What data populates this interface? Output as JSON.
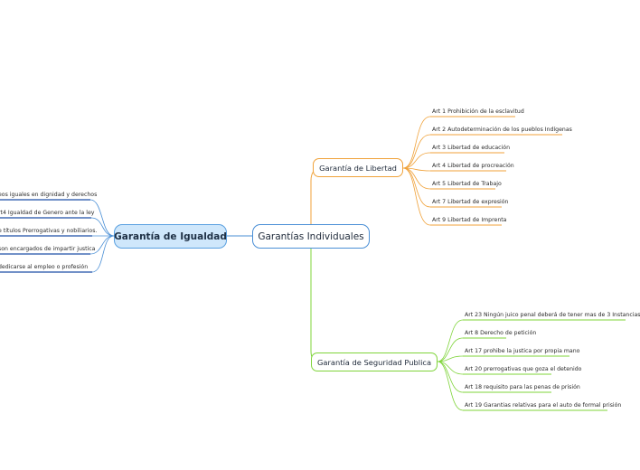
{
  "central_topic": "Garantías Individuales",
  "branches": {
    "igualdad": {
      "label": "Garantía de Igualdad",
      "line_color": "#1f4fa8",
      "items": [
        "eos iguales en dignidad y derechos",
        "rt4 Igualdad de Genero ante la ley",
        "e títulos Prerrogativas y nobiliarios.",
        "son encargados de impartir justica",
        "dedicarse al empleo o profesión"
      ]
    },
    "libertad": {
      "label": "Garantía de Libertad",
      "line_color": "#f0a23a",
      "items": [
        "Art 1 Prohibición de la esclavitud",
        "Art 2 Autodeterminación de los pueblos Indígenas",
        "Art 3 Libertad de educación",
        "Art 4 Libertad de procreación",
        "Art 5 Libertad de Trabajo",
        "Art 7 Libertad de expresión",
        "Art 9 Libertad de Imprenta"
      ]
    },
    "seguridad": {
      "label": "Garantía de Seguridad Publica",
      "line_color": "#7fd43a",
      "items": [
        "Art 23 Ningún juico penal deberá de tener mas de 3 Instancias",
        "Art 8 Derecho de petición",
        "Art 17 prohibe la justica por propia mano",
        "Art 20 prerrogativas que goza el detenido",
        "Art 18 requisito para las penas de prisión",
        "Art 19 Garantias relativas para el auto de formal prisión"
      ]
    }
  },
  "connector_colors": {
    "central_to_igualdad": "#4a8fd6",
    "igualdad_leaves": "#4a8fd6",
    "libertad_leaves": "#f0a23a",
    "seguridad_leaves": "#7fd43a"
  }
}
